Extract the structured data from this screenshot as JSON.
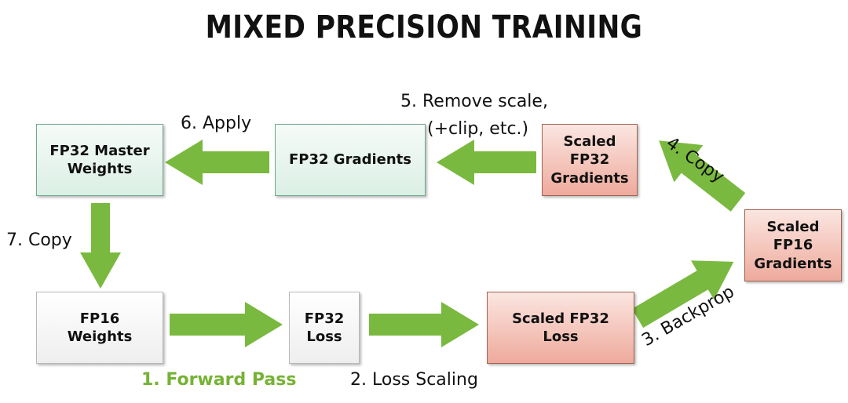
{
  "title": "MIXED PRECISION TRAINING",
  "boxes": {
    "fp32_master_weights": "FP32 Master\nWeights",
    "fp32_gradients": "FP32 Gradients",
    "scaled_fp32_gradients": "Scaled\nFP32\nGradients",
    "scaled_fp16_gradients": "Scaled\nFP16\nGradients",
    "fp16_weights": "FP16\nWeights",
    "fp32_loss": "FP32\nLoss",
    "scaled_fp32_loss": "Scaled FP32\nLoss"
  },
  "steps": {
    "forward_pass": "1. Forward Pass",
    "loss_scaling": "2. Loss Scaling",
    "backprop": "3. Backprop",
    "copy_4": "4. Copy",
    "remove_scale_line1": "5. Remove scale,",
    "remove_scale_line2": "(+clip, etc.)",
    "apply": "6. Apply",
    "copy_7": "7. Copy"
  },
  "colors": {
    "arrow": "#7ab93f",
    "step1_text": "#76b234",
    "green_box": "#dbefe5",
    "red_box": "#eeaa9c"
  }
}
